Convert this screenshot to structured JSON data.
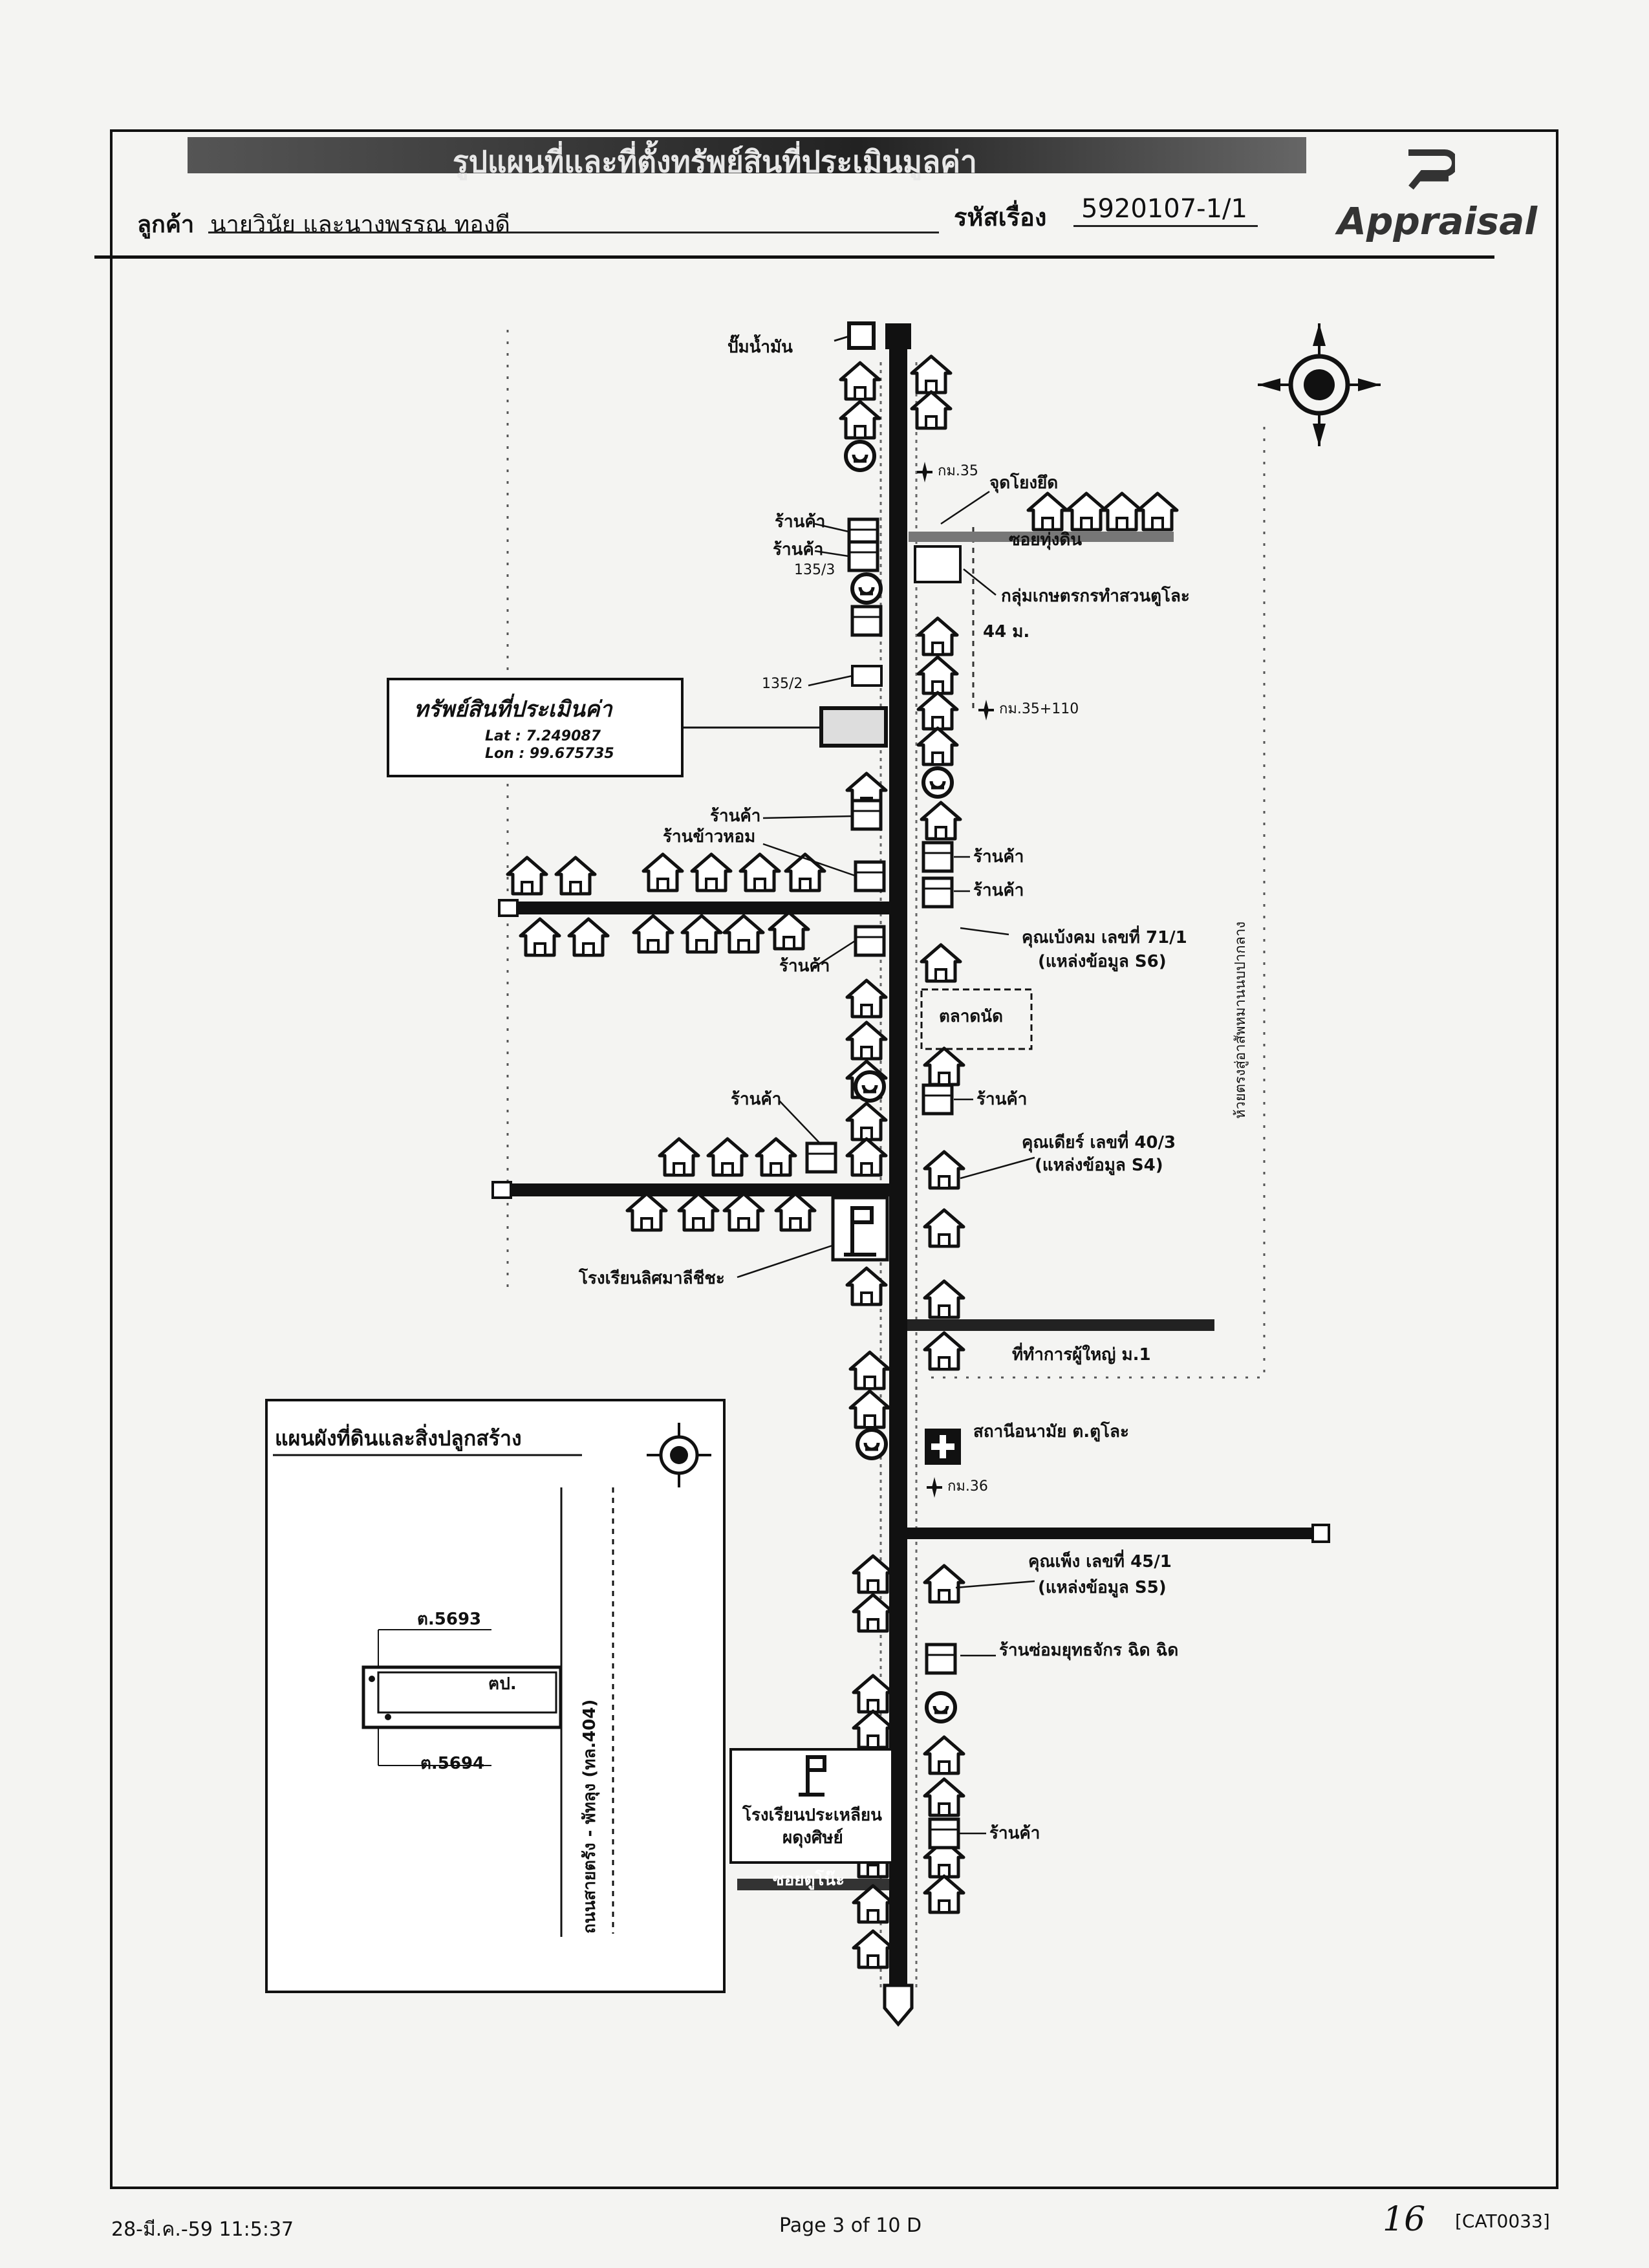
{
  "header": {
    "title": "รูปแผนที่และที่ตั้งทรัพย์สินที่ประเมินมูลค่า",
    "customer_label": "ลูกค้า",
    "customer_name": "นายวินัย และนางพรรณ ทองดี",
    "ref_label": "รหัสเรื่อง",
    "ref_value": "5920107-1/1",
    "brand": "Appraisal"
  },
  "property": {
    "title": "ทรัพย์สินที่ประเมินค่า",
    "lat": "Lat : 7.249087",
    "lon": "Lon : 99.675735"
  },
  "labels": {
    "gas_station": "ปั๊มน้ำมัน",
    "km35": "กม.35",
    "viewpoint": "จุดโยงยึด",
    "soi": "ซอยทุ่งดิน",
    "farmers_group": "กลุ่มเกษตรกรทำสวนตูโละ",
    "dist_44": "44 ม.",
    "lot_135_3": "135/3",
    "lot_135_2": "135/2",
    "km35_110": "กม.35+110",
    "shop": "ร้านค้า",
    "rice_shop": "ร้านข้าวหอม",
    "s6_line1": "คุณเบ้งคม เลขที่ 71/1",
    "s6_line2": "(แหล่งข้อมูล S6)",
    "market": "ตลาดนัด",
    "s4_line1": "คุณเดียร์ เลขที่ 40/3",
    "s4_line2": "(แหล่งข้อมูล S4)",
    "school1": "โรงเรียนลิศมาลีชีชะ",
    "village_head": "ที่ทำการผู้ใหญ่ ม.1",
    "health_station": "สถานีอนามัย ต.ตูโละ",
    "km36": "กม.36",
    "s5_line1": "คุณเพ็ง เลขที่ 45/1",
    "s5_line2": "(แหล่งข้อมูล S5)",
    "repair_shop": "ร้านซ่อมยุทธจักร ฉิด ฉิด",
    "school2_line1": "โรงเรียนประเหลียน",
    "school2_line2": "ผดุงศิษย์",
    "soi_bottom": "ซอยตูโน๊ะ",
    "vertical_note": "ห้วยตรงสู่อาสัพหมานนบปากลาง"
  },
  "inset": {
    "title": "แผนผังที่ดินและสิ่งปลูกสร้าง",
    "lot_top": "ต.5693",
    "lot_mid": "ฅป.",
    "lot_bottom": "ต.5694",
    "road": "ถนนสายตรัง - พัทลุง (ทล.404)"
  },
  "footer": {
    "datetime": "28-มี.ค.-59 11:5:37",
    "page": "Page 3 of 10 D",
    "handwritten": "16",
    "code": "[CAT0033]"
  },
  "colors": {
    "ink": "#111111",
    "paper": "#f4f4f2",
    "header_bar": "#333333"
  },
  "icons": [
    "house-icon",
    "shop-icon",
    "mosque-icon",
    "compass-icon",
    "km-marker-icon",
    "school-flag-icon",
    "health-cross-icon",
    "gas-pump-icon"
  ]
}
